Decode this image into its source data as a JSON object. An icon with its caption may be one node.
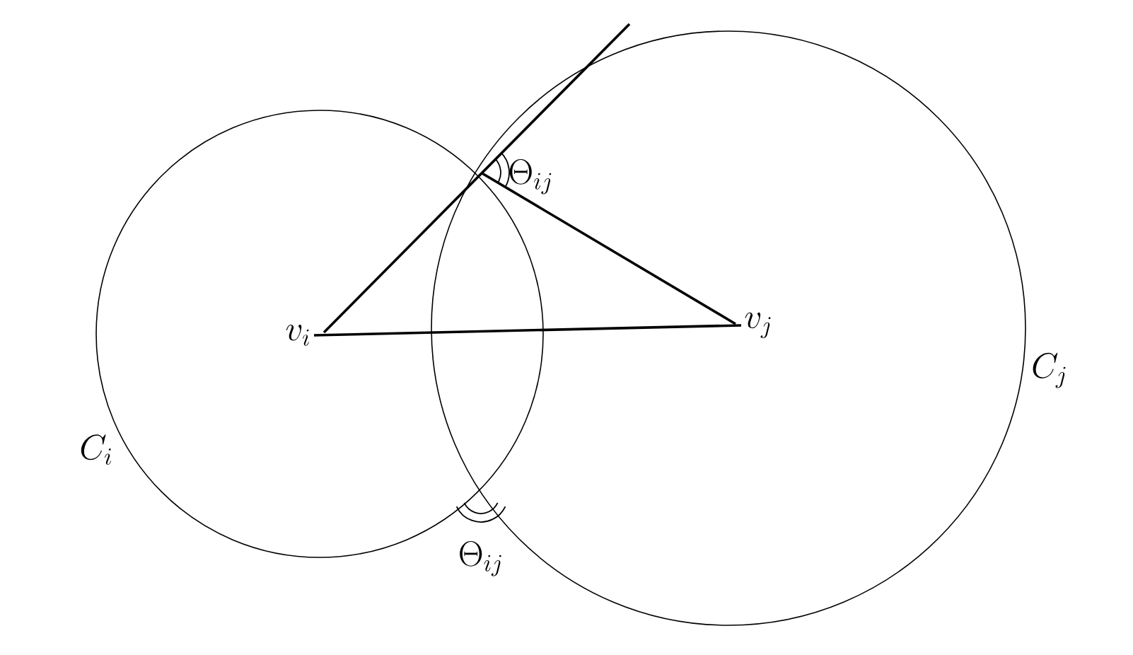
{
  "diagram": {
    "nodes": [
      {
        "text": [
          "v_i"
        ]
      },
      {
        "text": [
          "v_j"
        ]
      }
    ],
    "edges": [
      {
        "from": 0,
        "to": 1,
        "arrow": "none"
      }
    ],
    "labels": [
      "\\Theta_{ij}",
      "C_i",
      "C_j",
      "\\Theta_{ij}"
    ]
  }
}
